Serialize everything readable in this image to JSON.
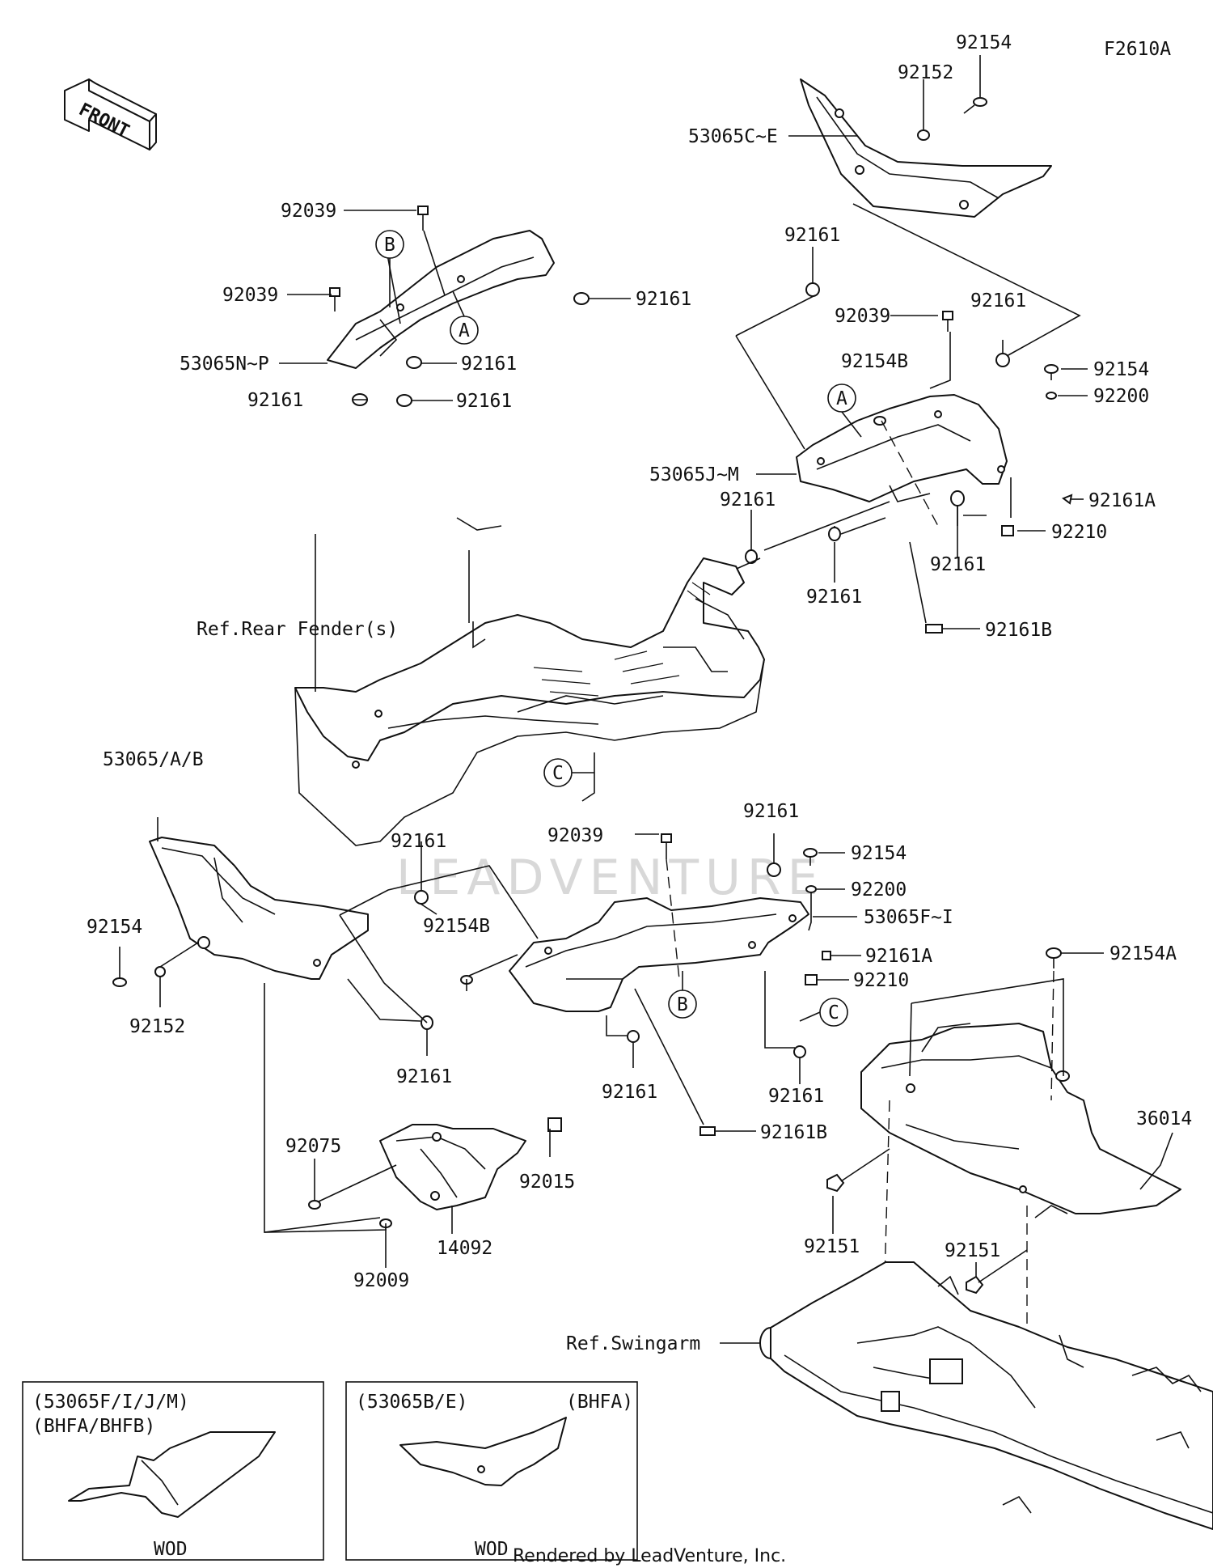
{
  "diagram": {
    "code": "F2610A",
    "front_label": "FRONT",
    "credit": "Rendered by LeadVenture, Inc.",
    "watermark": "LEADVENTURE",
    "callouts": [
      {
        "id": "c-92154-top",
        "text": "92154"
      },
      {
        "id": "c-92152-top",
        "text": "92152"
      },
      {
        "id": "c-53065CE",
        "text": "53065C~E"
      },
      {
        "id": "c-92039-a",
        "text": "92039"
      },
      {
        "id": "c-92039-b",
        "text": "92039"
      },
      {
        "id": "c-92161-a",
        "text": "92161"
      },
      {
        "id": "c-53065NP",
        "text": "53065N~P"
      },
      {
        "id": "c-92161-b",
        "text": "92161"
      },
      {
        "id": "c-92161-c",
        "text": "92161"
      },
      {
        "id": "c-92161-d",
        "text": "92161"
      },
      {
        "id": "c-92161-e",
        "text": "92161"
      },
      {
        "id": "c-92039-c",
        "text": "92039"
      },
      {
        "id": "c-92161-f",
        "text": "92161"
      },
      {
        "id": "c-92154B-a",
        "text": "92154B"
      },
      {
        "id": "c-92154-r1",
        "text": "92154"
      },
      {
        "id": "c-92200-a",
        "text": "92200"
      },
      {
        "id": "c-53065JM",
        "text": "53065J~M"
      },
      {
        "id": "c-92161A-a",
        "text": "92161A"
      },
      {
        "id": "c-92161-g",
        "text": "92161"
      },
      {
        "id": "c-92210-a",
        "text": "92210"
      },
      {
        "id": "c-92161-h",
        "text": "92161"
      },
      {
        "id": "c-92161-i",
        "text": "92161"
      },
      {
        "id": "c-92161B-a",
        "text": "92161B"
      },
      {
        "id": "c-rear-fender",
        "text": "Ref.Rear Fender(s)"
      },
      {
        "id": "c-53065AB",
        "text": "53065/A/B"
      },
      {
        "id": "c-92161-j",
        "text": "92161"
      },
      {
        "id": "c-92039-d",
        "text": "92039"
      },
      {
        "id": "c-92161-k",
        "text": "92161"
      },
      {
        "id": "c-92154-r2",
        "text": "92154"
      },
      {
        "id": "c-92200-b",
        "text": "92200"
      },
      {
        "id": "c-53065FI",
        "text": "53065F~I"
      },
      {
        "id": "c-92154B-b",
        "text": "92154B"
      },
      {
        "id": "c-92161A-b",
        "text": "92161A"
      },
      {
        "id": "c-92210-b",
        "text": "92210"
      },
      {
        "id": "c-92154-l",
        "text": "92154"
      },
      {
        "id": "c-92152-l",
        "text": "92152"
      },
      {
        "id": "c-92154A",
        "text": "92154A"
      },
      {
        "id": "c-92161-l",
        "text": "92161"
      },
      {
        "id": "c-92161-m",
        "text": "92161"
      },
      {
        "id": "c-92161-n",
        "text": "92161"
      },
      {
        "id": "c-92161B-b",
        "text": "92161B"
      },
      {
        "id": "c-36014",
        "text": "36014"
      },
      {
        "id": "c-92075",
        "text": "92075"
      },
      {
        "id": "c-92015",
        "text": "92015"
      },
      {
        "id": "c-14092",
        "text": "14092"
      },
      {
        "id": "c-92009",
        "text": "92009"
      },
      {
        "id": "c-92151-a",
        "text": "92151"
      },
      {
        "id": "c-92151-b",
        "text": "92151"
      },
      {
        "id": "c-swingarm",
        "text": "Ref.Swingarm"
      }
    ],
    "ref_letters": [
      {
        "id": "r-A1",
        "text": "A"
      },
      {
        "id": "r-A2",
        "text": "A"
      },
      {
        "id": "r-B1",
        "text": "B"
      },
      {
        "id": "r-B2",
        "text": "B"
      },
      {
        "id": "r-C1",
        "text": "C"
      },
      {
        "id": "r-C2",
        "text": "C"
      }
    ],
    "inset_left": {
      "line1": "(53065F/I/J/M)",
      "line2": "(BHFA/BHFB)",
      "caption": "WOD"
    },
    "inset_right": {
      "line1": "(53065B/E)",
      "line2": "(BHFA)",
      "caption": "WOD"
    }
  }
}
